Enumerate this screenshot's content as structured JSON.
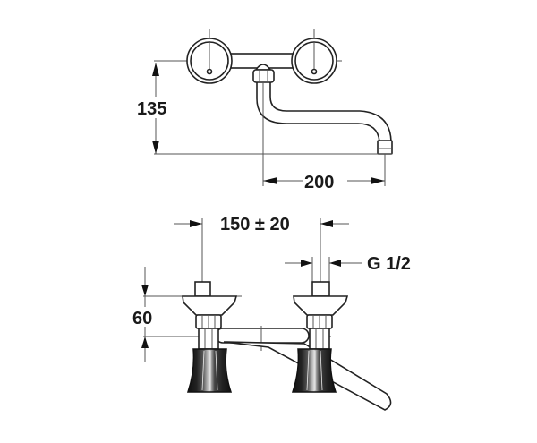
{
  "drawing": {
    "subject": "wall-mounted two-handle faucet technical drawing",
    "top_view": {
      "name": "front elevation with spout",
      "dimensions": {
        "height": "135",
        "spout_reach": "200"
      }
    },
    "bottom_view": {
      "name": "top view with handles",
      "dimensions": {
        "center_distance": "150 ± 20",
        "thread": "G 1/2",
        "inlet_height": "60"
      }
    },
    "colors": {
      "line": "#222222",
      "dimension_line": "#555555",
      "handle_fill": "#111111",
      "background": "#ffffff"
    }
  }
}
